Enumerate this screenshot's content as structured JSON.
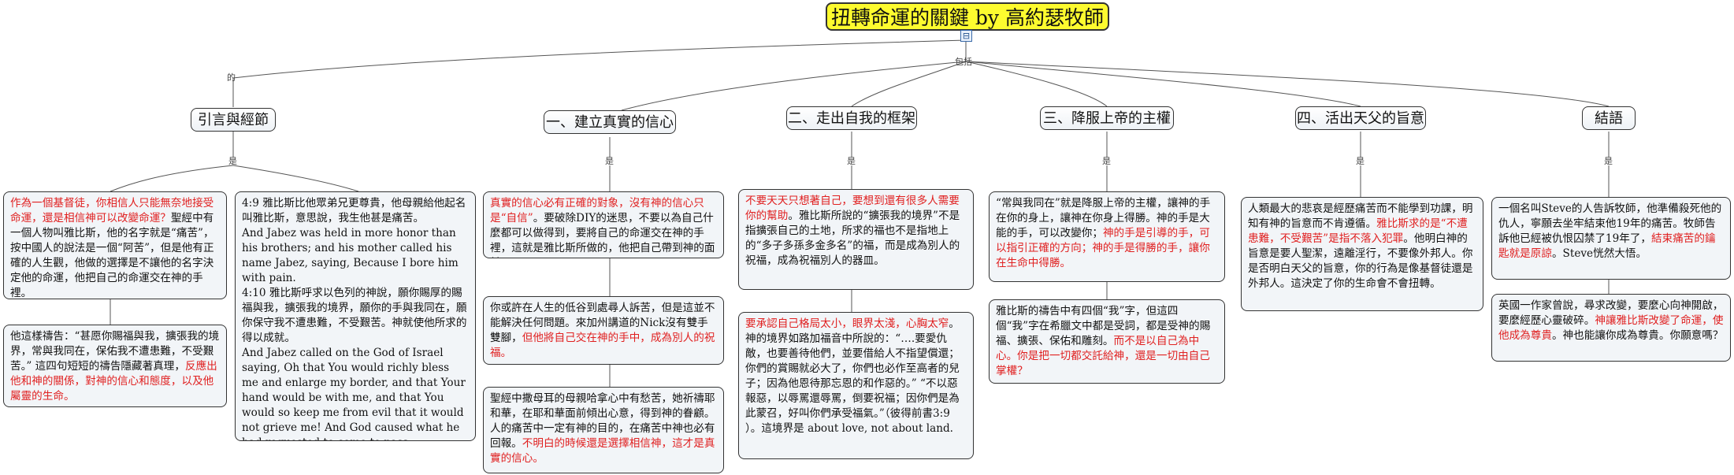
{
  "title": "扭轉命運的關鍵 by 高約瑟牧師",
  "expander_glyph": "⊟",
  "connectors": {
    "of": "的",
    "includes": "包括",
    "is": "是"
  },
  "topics": [
    {
      "label": "引言與經節"
    },
    {
      "label": "一、建立真實的信心"
    },
    {
      "label": "二、走出自我的框架"
    },
    {
      "label": "三、降服上帝的主權"
    },
    {
      "label": "四、活出天父的旨意"
    },
    {
      "label": "結語"
    }
  ],
  "notes": [
    {
      "segments": [
        {
          "t": "作為一個基督徒，你相信人只能無奈地接受命運，還是相信神可以改變命運？",
          "c": "red"
        },
        {
          "t": "聖經中有一個人物叫雅比斯，他的名字就是“痛苦”，按中國人的說法是一個“阿苦”，但是他有正確的人生觀，他做的選擇是不讓他的名字決定他的命運，他把自己的命運交在神的手裡。",
          "c": "black"
        }
      ]
    },
    {
      "segments": [
        {
          "t": "他這樣禱告：“甚愿你賜福與我，擴張我的境界，常與我同在，保佑我不遭患難，不受艱苦。” 這四句短短的禱告隱藏著真理，",
          "c": "black"
        },
        {
          "t": "反應出他和神的關係，對神的信心和態度，以及他屬靈的生命。",
          "c": "red"
        }
      ]
    },
    {
      "segments": [
        {
          "t": "4:9 雅比斯比他眾弟兄更尊貴，他母親給他起名叫雅比斯，意思說，我生他甚是痛苦。\nAnd Jabez was held in more honor than his brothers; and his mother called his name Jabez, saying, Because I bore him with pain.\n4:10 雅比斯呼求以色列的神說，願你賜厚的賜福與我，擴張我的境界，願你的手與我同在，願你保守我不遭患難，不受艱苦。神就使他所求的得以成就。\nAnd Jabez called on the God of Israel saying, Oh that You would richly bless me and enlarge my border, and that Your hand would be with me, and that You would so keep me from evil that it would not grieve me! And God caused what he had requested to come to pass.",
          "c": "black"
        }
      ]
    },
    {
      "segments": [
        {
          "t": "真實的信心必有正確的對象，沒有神的信心只是“自信”",
          "c": "red"
        },
        {
          "t": "。要破除DIY的迷思，不要以為自己什麼都可以做得到，要將自己的命運交在神的手裡，這就是雅比斯所做的，他把自己帶到神的面前。",
          "c": "black"
        }
      ]
    },
    {
      "segments": [
        {
          "t": "你或許在人生的低谷到處尋人訴苦，但是這並不能解決任何問題。來加州講道的Nick沒有雙手雙腳，",
          "c": "black"
        },
        {
          "t": "但他將自己交在神的手中，成為別人的祝福。",
          "c": "red"
        }
      ]
    },
    {
      "segments": [
        {
          "t": "聖經中撒母耳的母親哈拿心中有愁苦，她祈禱耶和華，在耶和華面前傾出心意，得到神的眷顧。人的痛苦中一定有神的目的，在痛苦中神也必有回報。",
          "c": "black"
        },
        {
          "t": "不明白的時候還是選擇相信神，這才是真實的信心。",
          "c": "red"
        }
      ]
    },
    {
      "segments": [
        {
          "t": "不要天天只想著自己，要想到還有很多人需要你的幫助",
          "c": "red"
        },
        {
          "t": "。雅比斯所說的“擴張我的境界”不是指擴張自己的土地，所求的福也不是指地上的“多子多孫多金多名”的福，而是成為別人的祝福，成為祝福別人的器皿。",
          "c": "black"
        }
      ]
    },
    {
      "segments": [
        {
          "t": "要承認自己格局太小，眼界太淺，心胸太窄",
          "c": "red"
        },
        {
          "t": "。神的境界如路加福音中所說的：“….要愛仇敵，也要善待他們，並要借給人不指望償還；你們的賞賜就必大了，你們也必作至高者的兒子；因為他恩待那忘恩的和作惡的。” “不以惡報惡，以辱罵還辱罵，倒要祝福；因你們是為此蒙召，好叫你們承受福氣。”（彼得前書3:9 ）。這境界是 about love, not about land.",
          "c": "black"
        }
      ]
    },
    {
      "segments": [
        {
          "t": "“常與我同在”就是降服上帝的主權，讓神的手在你的身上，讓神在你身上得勝。神的手是大能的手，可以改變你；",
          "c": "black"
        },
        {
          "t": "神的手是引導的手，可以指引正確的方向；神的手是得勝的手，讓你在生命中得勝。",
          "c": "red"
        }
      ]
    },
    {
      "segments": [
        {
          "t": "雅比斯的禱告中有四個“我”字，但這四個“我”字在希臘文中都是受詞，都是受神的賜福、擴張、保佑和雕刻。",
          "c": "black"
        },
        {
          "t": "而不是以自己為中心。你是把一切都交託給神，還是一切由自己掌權？",
          "c": "red"
        }
      ]
    },
    {
      "segments": [
        {
          "t": "人類最大的悲哀是經歷痛苦而不能學到功課，明知有神的旨意而不肯遵循。",
          "c": "black"
        },
        {
          "t": "雅比斯求的是“不遭患難，不受艱苦”是指不落入犯罪",
          "c": "red"
        },
        {
          "t": "。他明白神的旨意是要人聖潔，遠離淫行，不要像外邦人。你是否明白天父的旨意，你的行為是像基督徒還是外邦人。這決定了你的生命會不會扭轉。",
          "c": "black"
        }
      ]
    },
    {
      "segments": [
        {
          "t": "一個名叫Steve的人告訴牧師，他準備殺死他的仇人，寧願去坐牢結束他19年的痛苦。牧師告訴他已經被仇恨囚禁了19年了，",
          "c": "black"
        },
        {
          "t": "結束痛苦的鑰匙就是原諒",
          "c": "red"
        },
        {
          "t": "。Steve恍然大悟。",
          "c": "black"
        }
      ]
    },
    {
      "segments": [
        {
          "t": "英國一作家曾說，尋求改變，要麼心向神開啟，要麼經歷心靈破碎。",
          "c": "black"
        },
        {
          "t": "神讓雅比斯改變了命運，使他成為尊貴",
          "c": "red"
        },
        {
          "t": "。神也能讓你成為尊貴。你願意嗎？",
          "c": "black"
        }
      ]
    }
  ]
}
